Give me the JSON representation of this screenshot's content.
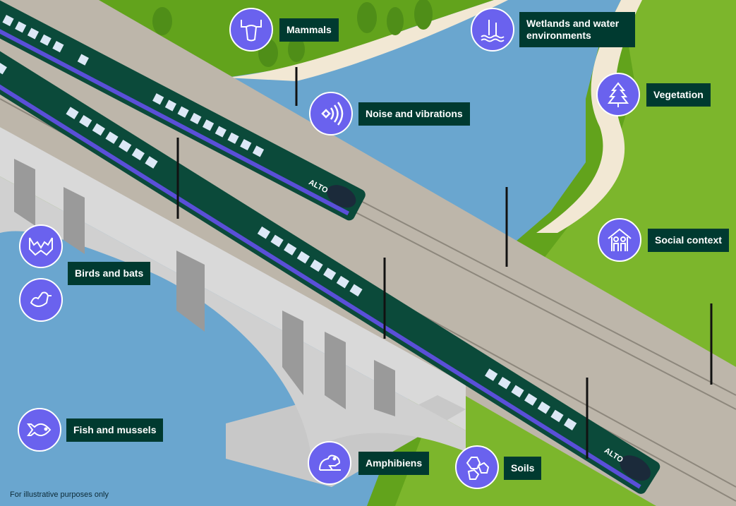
{
  "topics": {
    "mammals": "Mammals",
    "wetlands": "Wetlands and water environments",
    "noise": "Noise and vibrations",
    "vegetation": "Vegetation",
    "social": "Social context",
    "birds_bats": "Birds and bats",
    "fish": "Fish and mussels",
    "amphibiens": "Amphibiens",
    "soils": "Soils"
  },
  "train_brand": "ALTO",
  "footnote": "For illustrative purposes only",
  "colors": {
    "icon": "#6a62ee",
    "label_bg": "#003a30",
    "train": "#0b4a3a",
    "stripe": "#5a4fd8",
    "water": "#5f9fcc",
    "grass": "#62a31c"
  }
}
